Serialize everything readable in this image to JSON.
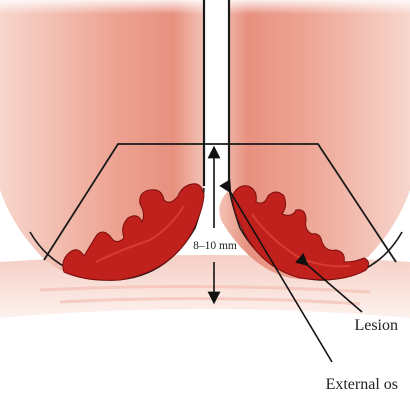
{
  "diagram": {
    "measurement_label": "8–10 mm",
    "lesion_label": "Lesion",
    "external_os_label": "External os",
    "colors": {
      "tissue_light": "#fbeae5",
      "tissue_mid": "#f2b8aa",
      "tissue_dark": "#e58b7c",
      "lesion_fill": "#c0211c",
      "lesion_edge": "#7a0d0b",
      "outline": "#1a1a1a",
      "canal": "#ffffff"
    }
  }
}
